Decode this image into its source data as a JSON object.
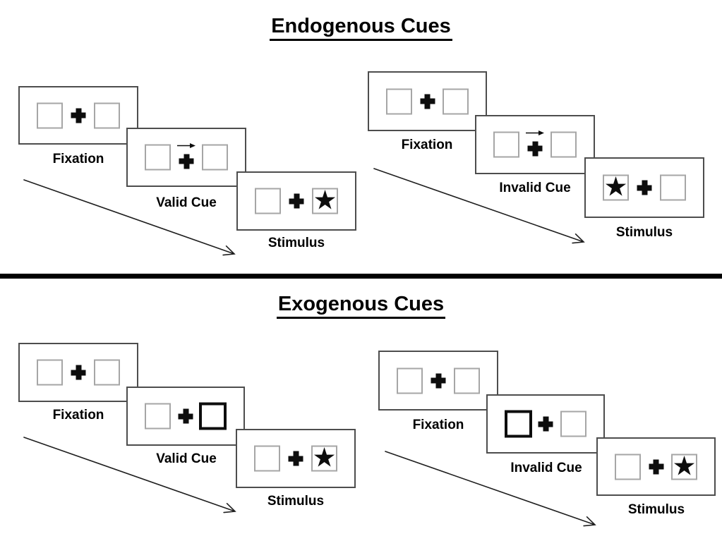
{
  "sections": [
    {
      "title": "Endogenous Cues",
      "groups": [
        {
          "name": "endogenous-valid",
          "panels": [
            {
              "label": "Fixation",
              "left_box": "empty",
              "right_box": "empty",
              "cue": "none"
            },
            {
              "label": "Valid Cue",
              "left_box": "empty",
              "right_box": "empty",
              "cue": "arrow-right-above-fixation-cross"
            },
            {
              "label": "Stimulus",
              "left_box": "empty",
              "right_box": "star",
              "cue": "none"
            }
          ]
        },
        {
          "name": "endogenous-invalid",
          "panels": [
            {
              "label": "Fixation",
              "left_box": "empty",
              "right_box": "empty",
              "cue": "none"
            },
            {
              "label": "Invalid Cue",
              "left_box": "empty",
              "right_box": "empty",
              "cue": "arrow-right-above-fixation-cross"
            },
            {
              "label": "Stimulus",
              "left_box": "star",
              "right_box": "empty",
              "cue": "none"
            }
          ]
        }
      ]
    },
    {
      "title": "Exogenous Cues",
      "groups": [
        {
          "name": "exogenous-valid",
          "panels": [
            {
              "label": "Fixation",
              "left_box": "empty",
              "right_box": "empty",
              "cue": "none"
            },
            {
              "label": "Valid Cue",
              "left_box": "empty",
              "right_box": "thick-border",
              "cue": "right-box-highlighted"
            },
            {
              "label": "Stimulus",
              "left_box": "empty",
              "right_box": "star",
              "cue": "none"
            }
          ]
        },
        {
          "name": "exogenous-invalid",
          "panels": [
            {
              "label": "Fixation",
              "left_box": "empty",
              "right_box": "empty",
              "cue": "none"
            },
            {
              "label": "Invalid Cue",
              "left_box": "thick-border",
              "right_box": "empty",
              "cue": "left-box-highlighted"
            },
            {
              "label": "Stimulus",
              "left_box": "empty",
              "right_box": "star",
              "cue": "none"
            }
          ]
        }
      ]
    }
  ],
  "glyphs": {
    "star": "★"
  },
  "colors": {
    "background": "#ffffff",
    "ink": "#0d0d0d",
    "panel_border": "#4d4d4d",
    "box_border": "#a6a6a6",
    "divider": "#000000"
  }
}
